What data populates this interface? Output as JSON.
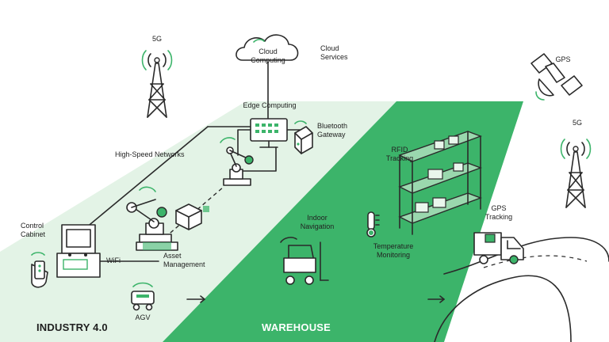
{
  "labels": {
    "cloud_computing": "Cloud\nComputing",
    "cloud_services": "Cloud\nServices",
    "fiveg_left": "5G",
    "fiveg_right": "5G",
    "gps": "GPS",
    "edge_computing": "Edge Computing",
    "bluetooth_gateway": "Bluetooth\nGateway",
    "high_speed_networks": "High-Speed Networks",
    "rfid_tracking": "RFID\nTracking",
    "control_cabinet": "Control\nCabinet",
    "wifi": "WiFi",
    "asset_management": "Asset\nManagement",
    "indoor_navigation": "Indoor\nNavigation",
    "temperature_monitoring": "Temperature\nMonitoring",
    "gps_tracking": "GPS\nTracking",
    "agv": "AGV"
  },
  "zones": {
    "industry": "INDUSTRY 4.0",
    "warehouse": "WAREHOUSE"
  },
  "colors": {
    "light_green": "#e3f3e6",
    "dark_green": "#3cb46a",
    "line": "#2a2a2a"
  }
}
